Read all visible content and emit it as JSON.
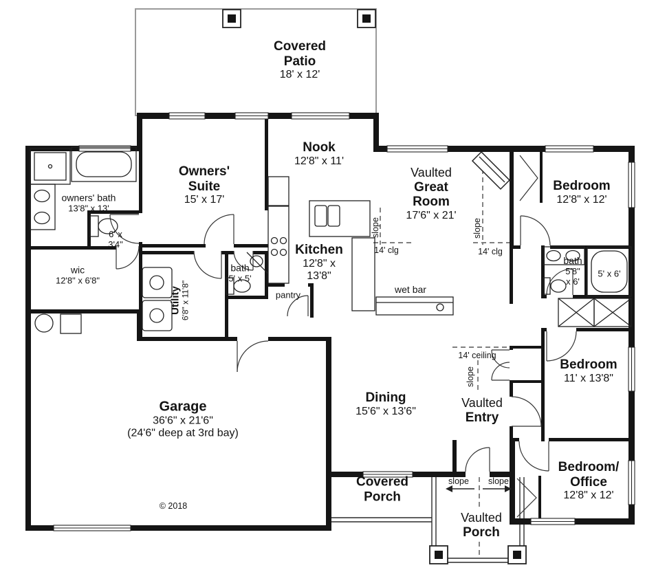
{
  "plan": {
    "copyright": "© 2018",
    "colors": {
      "wall": "#151515",
      "background": "#ffffff",
      "patio_outline": "#9a9a9a"
    }
  },
  "labels": {
    "covered_patio": {
      "line1": "Covered",
      "line2": "Patio",
      "dims": "18' x 12'"
    },
    "owners_suite": {
      "line1": "Owners'",
      "line2": "Suite",
      "dims": "15' x 17'"
    },
    "nook": {
      "line1": "Nook",
      "dims": "12'8\" x 11'"
    },
    "great_room": {
      "pre": "Vaulted",
      "line1": "Great",
      "line2": "Room",
      "dims": "17'6\" x 21'"
    },
    "bedroom1": {
      "line1": "Bedroom",
      "dims": "12'8\" x 12'"
    },
    "owners_bath": {
      "line1": "owners' bath",
      "dims": "13'8\" x 13'"
    },
    "toilet_room": {
      "line1": "6' x",
      "line2": "3'4\""
    },
    "wic": {
      "line1": "wic",
      "dims": "12'8\" x 6'8\""
    },
    "kitchen": {
      "line1": "Kitchen",
      "dims1": "12'8\" x",
      "dims2": "13'8\""
    },
    "bath1": {
      "line1": "bath",
      "dims": "5' x 5'"
    },
    "pantry": {
      "line1": "pantry"
    },
    "utility": {
      "line1": "Utility",
      "dims": "6'8\" x 11'8\""
    },
    "wet_bar": {
      "line1": "wet bar"
    },
    "clg_left": {
      "line1": "14' clg"
    },
    "clg_right": {
      "line1": "14' clg"
    },
    "slope_top_left": {
      "line1": "slope"
    },
    "slope_top_right": {
      "line1": "slope"
    },
    "bath2": {
      "line1": "bath",
      "line2": "5'8\"",
      "line3": "x 6'"
    },
    "tub_room": {
      "line1": "5' x 6'"
    },
    "bedroom2": {
      "line1": "Bedroom",
      "dims": "11' x 13'8\""
    },
    "garage": {
      "line1": "Garage",
      "dims1": "36'6\" x 21'6\"",
      "dims2": "(24'6\" deep at 3rd bay)"
    },
    "dining": {
      "line1": "Dining",
      "dims": "15'6\" x 13'6\""
    },
    "entry_ceiling": {
      "line1": "14' ceiling"
    },
    "slope_entry": {
      "line1": "slope"
    },
    "vaulted_entry": {
      "pre": "Vaulted",
      "line1": "Entry"
    },
    "covered_porch": {
      "line1": "Covered",
      "line2": "Porch"
    },
    "slope_porch_left": {
      "line1": "slope"
    },
    "slope_porch_right": {
      "line1": "slope"
    },
    "vaulted_porch": {
      "pre": "Vaulted",
      "line1": "Porch"
    },
    "bedroom_office": {
      "line1": "Bedroom/",
      "line2": "Office",
      "dims": "12'8\" x 12'"
    }
  }
}
